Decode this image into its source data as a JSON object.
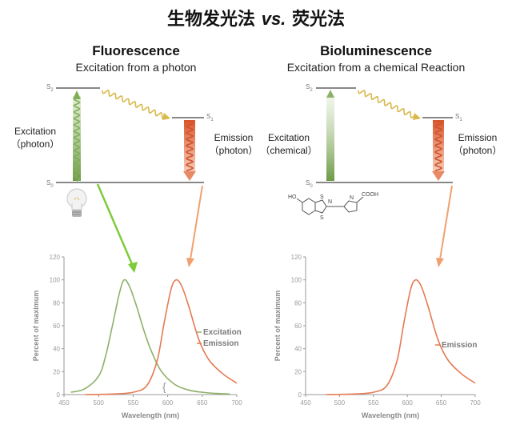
{
  "title": {
    "zh_main": "生物发光法",
    "vs": "vs.",
    "zh_tail": "荧光法"
  },
  "fluorescence": {
    "title": "Fluorescence",
    "subtitle": "Excitation from a photon",
    "excitation_label": "Excitation",
    "excitation_source": "（photon）",
    "emission_label": "Emission",
    "emission_source": "（photon）",
    "levels": [
      "S",
      "S",
      "S"
    ],
    "level_subscripts": [
      "2",
      "1",
      "0"
    ]
  },
  "bioluminescence": {
    "title": "Bioluminescence",
    "subtitle": "Excitation from a chemical Reaction",
    "excitation_label": "Excitation",
    "excitation_source": "（chemical）",
    "emission_label": "Emission",
    "emission_source": "（photon）",
    "levels": [
      "S",
      "S",
      "S"
    ],
    "level_subscripts": [
      "2",
      "1",
      "0"
    ],
    "molecule_labels": [
      "HO",
      "S",
      "S",
      "N",
      "N",
      "COOH"
    ]
  },
  "colors": {
    "excitation": "#8fb06a",
    "emission": "#e57a52",
    "wavy": "#d8b84a",
    "arrow_green": "#7ccc3a",
    "arrow_orange": "#f0a070"
  },
  "chart_data": [
    {
      "type": "line",
      "title": "",
      "xlabel": "Wavelength (nm)",
      "ylabel": "Percent of maximum",
      "xlim": [
        450,
        700
      ],
      "ylim": [
        0,
        120
      ],
      "xticks": [
        "450",
        "500",
        "550",
        "600",
        "650",
        "700"
      ],
      "yticks": [
        "0",
        "20",
        "40",
        "60",
        "80",
        "100",
        "120"
      ],
      "legend_placement": "right",
      "series": [
        {
          "name": "Excitation",
          "color": "#8fb06a",
          "x": [
            460,
            480,
            500,
            510,
            520,
            530,
            537,
            545,
            555,
            565,
            575,
            590,
            610,
            630,
            650,
            670,
            690
          ],
          "y": [
            2,
            5,
            16,
            33,
            60,
            88,
            100,
            94,
            77,
            57,
            40,
            21,
            9,
            4,
            2,
            1,
            0.5
          ]
        },
        {
          "name": "Emission",
          "color": "#e57a52",
          "x": [
            480,
            520,
            550,
            570,
            585,
            595,
            605,
            612,
            620,
            630,
            645,
            660,
            680,
            700
          ],
          "y": [
            0,
            0.5,
            2,
            8,
            30,
            63,
            92,
            100,
            95,
            78,
            48,
            30,
            18,
            10
          ]
        }
      ]
    },
    {
      "type": "line",
      "title": "",
      "xlabel": "Wavelength (nm)",
      "ylabel": "Percent of maximum",
      "xlim": [
        450,
        700
      ],
      "ylim": [
        0,
        120
      ],
      "xticks": [
        "450",
        "500",
        "550",
        "600",
        "650",
        "700"
      ],
      "yticks": [
        "0",
        "20",
        "40",
        "60",
        "80",
        "100",
        "120"
      ],
      "legend_placement": "right",
      "series": [
        {
          "name": "Emission",
          "color": "#e57a52",
          "x": [
            480,
            520,
            550,
            570,
            585,
            595,
            605,
            612,
            620,
            630,
            645,
            660,
            680,
            700
          ],
          "y": [
            0,
            0.5,
            2,
            8,
            30,
            63,
            92,
            100,
            95,
            78,
            48,
            30,
            18,
            10
          ]
        }
      ]
    }
  ]
}
